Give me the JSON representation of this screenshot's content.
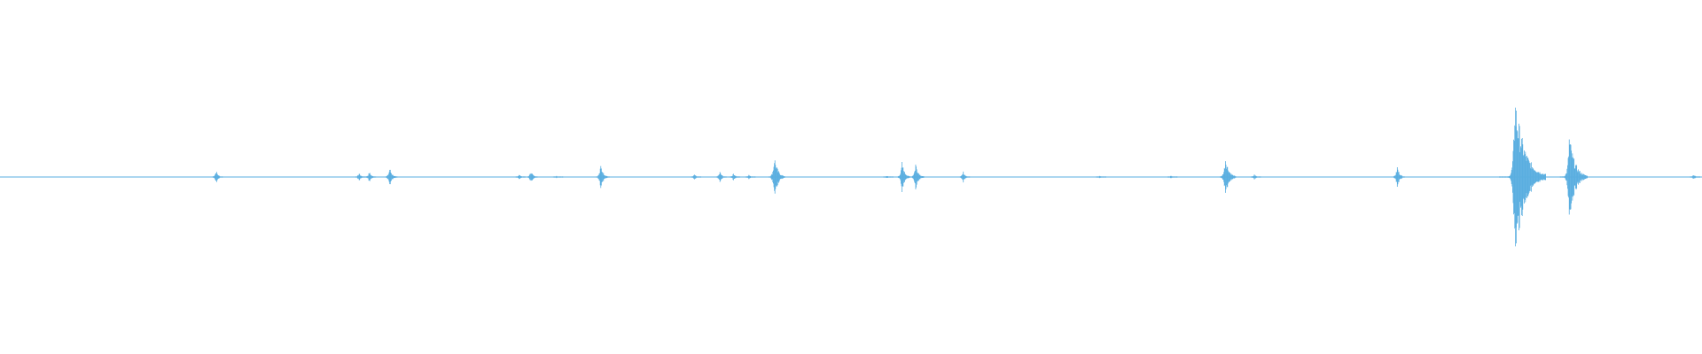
{
  "waveform": {
    "color": "#5aaee0",
    "background": "#ffffff",
    "duration_fraction_axis": true,
    "events": [
      {
        "t": 0.127,
        "amp": 0.05
      },
      {
        "t": 0.211,
        "amp": 0.03
      },
      {
        "t": 0.217,
        "amp": 0.04
      },
      {
        "t": 0.229,
        "amp": 0.07
      },
      {
        "t": 0.305,
        "amp": 0.02
      },
      {
        "t": 0.312,
        "amp": 0.05
      },
      {
        "t": 0.327,
        "amp": 0.01
      },
      {
        "t": 0.353,
        "amp": 0.09
      },
      {
        "t": 0.408,
        "amp": 0.02
      },
      {
        "t": 0.423,
        "amp": 0.04
      },
      {
        "t": 0.431,
        "amp": 0.03
      },
      {
        "t": 0.44,
        "amp": 0.02
      },
      {
        "t": 0.455,
        "amp": 0.16
      },
      {
        "t": 0.521,
        "amp": 0.01
      },
      {
        "t": 0.53,
        "amp": 0.11
      },
      {
        "t": 0.538,
        "amp": 0.11
      },
      {
        "t": 0.566,
        "amp": 0.04
      },
      {
        "t": 0.646,
        "amp": 0.01
      },
      {
        "t": 0.688,
        "amp": 0.01
      },
      {
        "t": 0.72,
        "amp": 0.16
      },
      {
        "t": 0.737,
        "amp": 0.02
      },
      {
        "t": 0.821,
        "amp": 0.08
      },
      {
        "t": 0.89,
        "amp": 0.62
      },
      {
        "t": 0.922,
        "amp": 0.32
      },
      {
        "t": 0.995,
        "amp": 0.02
      }
    ]
  }
}
